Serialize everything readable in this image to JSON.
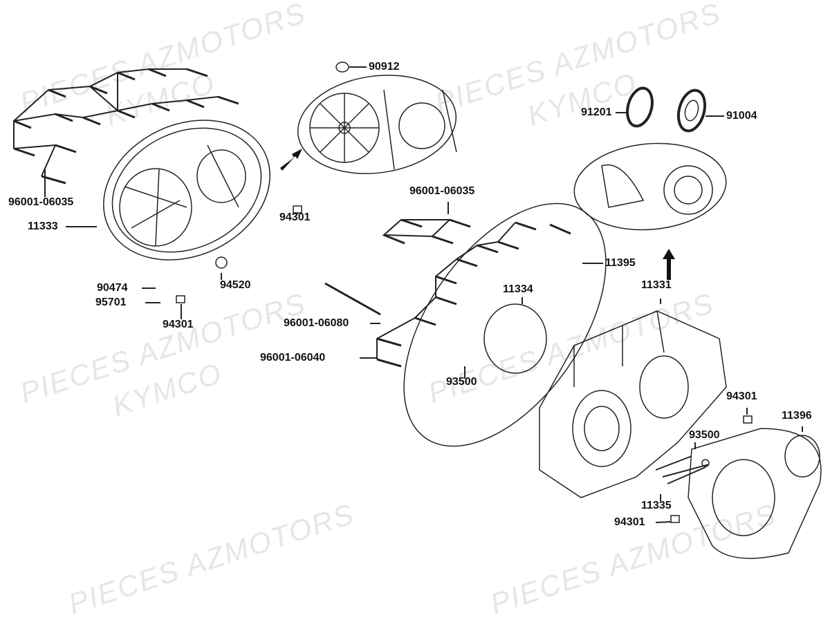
{
  "watermark": {
    "line1": "PIECES AZMOTORS",
    "line2": "KYMCO"
  },
  "labels": {
    "p90912": "90912",
    "p91201": "91201",
    "p91004": "91004",
    "p96001_06035_left": "96001-06035",
    "p11333": "11333",
    "p94301_a": "94301",
    "p94520": "94520",
    "p90474": "90474",
    "p95701": "95701",
    "p94301_b": "94301",
    "p96001_06035_center": "96001-06035",
    "p11395": "11395",
    "p11334": "11334",
    "p96001_06080": "96001-06080",
    "p96001_06040": "96001-06040",
    "p93500_a": "93500",
    "p11331": "11331",
    "p94301_c": "94301",
    "p11396": "11396",
    "p93500_b": "93500",
    "p11335": "11335",
    "p94301_d": "94301"
  }
}
